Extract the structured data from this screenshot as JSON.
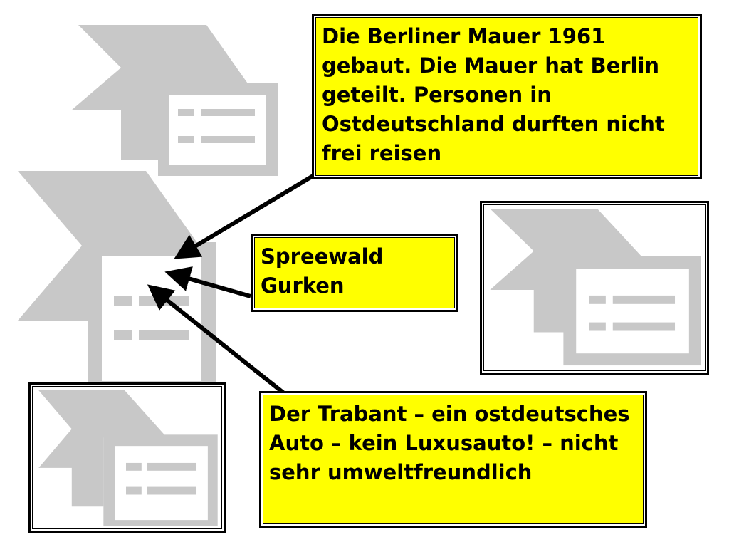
{
  "callouts": {
    "berlin_wall": "Die Berliner Mauer 1961 gebaut. Die Mauer hat Berlin geteilt. Personen in Ostdeutschland durften nicht frei reisen",
    "spreewald": "Spreewald Gurken",
    "trabant": "Der Trabant – ein ostdeutsches Auto – kein Luxusauto! – nicht sehr umweltfreundlich"
  },
  "colors": {
    "callout_fill": "#ffff00",
    "placeholder_gray": "#c8c8c8",
    "arrow": "#000000"
  },
  "icons": {
    "placeholder": "picture-placeholder-icon",
    "arrow": "arrow-icon"
  }
}
